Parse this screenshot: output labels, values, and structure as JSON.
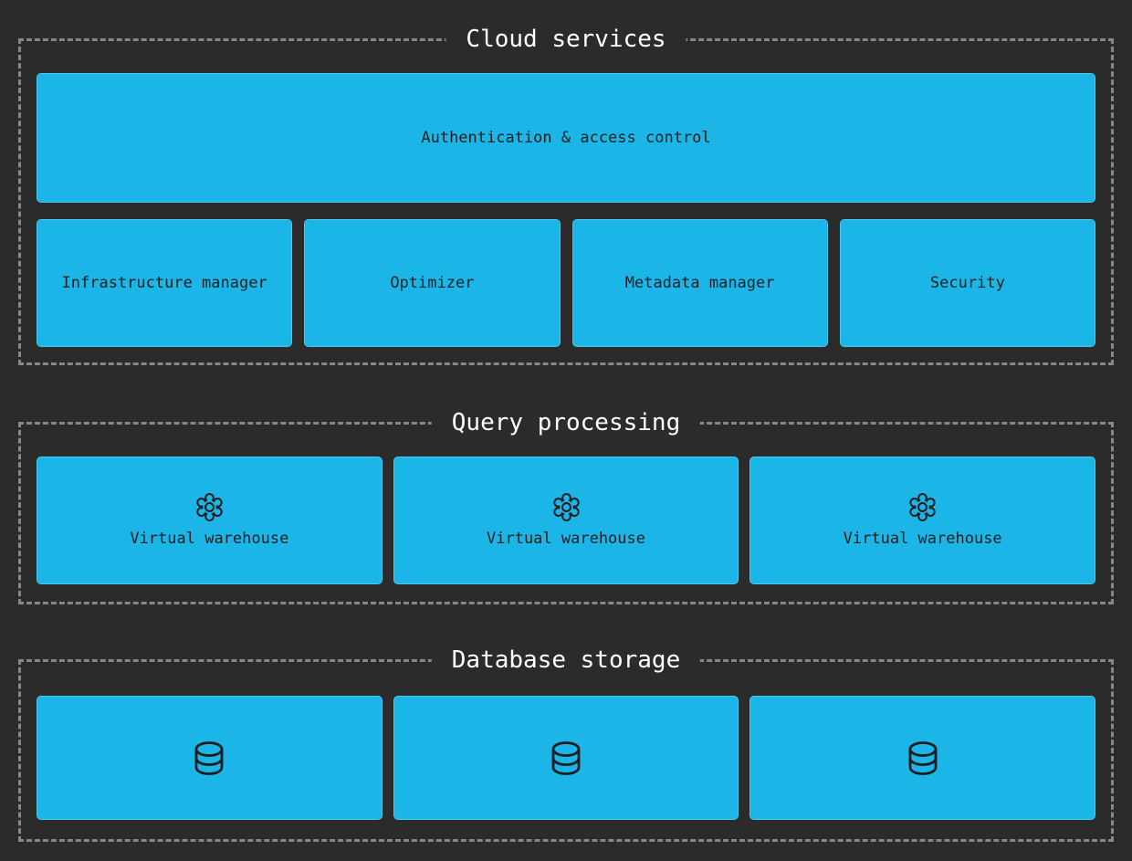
{
  "diagram": {
    "sections": [
      {
        "title": "Cloud services",
        "banner": "Authentication & access control",
        "boxes": [
          "Infrastructure manager",
          "Optimizer",
          "Metadata manager",
          "Security"
        ]
      },
      {
        "title": "Query processing",
        "warehouse_label": "Virtual warehouse",
        "warehouse_count": 3,
        "icon": "gear-icon"
      },
      {
        "title": "Database storage",
        "database_count": 3,
        "icon": "database-icon"
      }
    ],
    "colors": {
      "background": "#2b2b2b",
      "box_fill": "#1cb5e8",
      "box_text": "#1e1e1e",
      "dashed_border": "#878787",
      "title_text": "#ffffff",
      "icon_stroke": "#1e1e1e"
    }
  }
}
